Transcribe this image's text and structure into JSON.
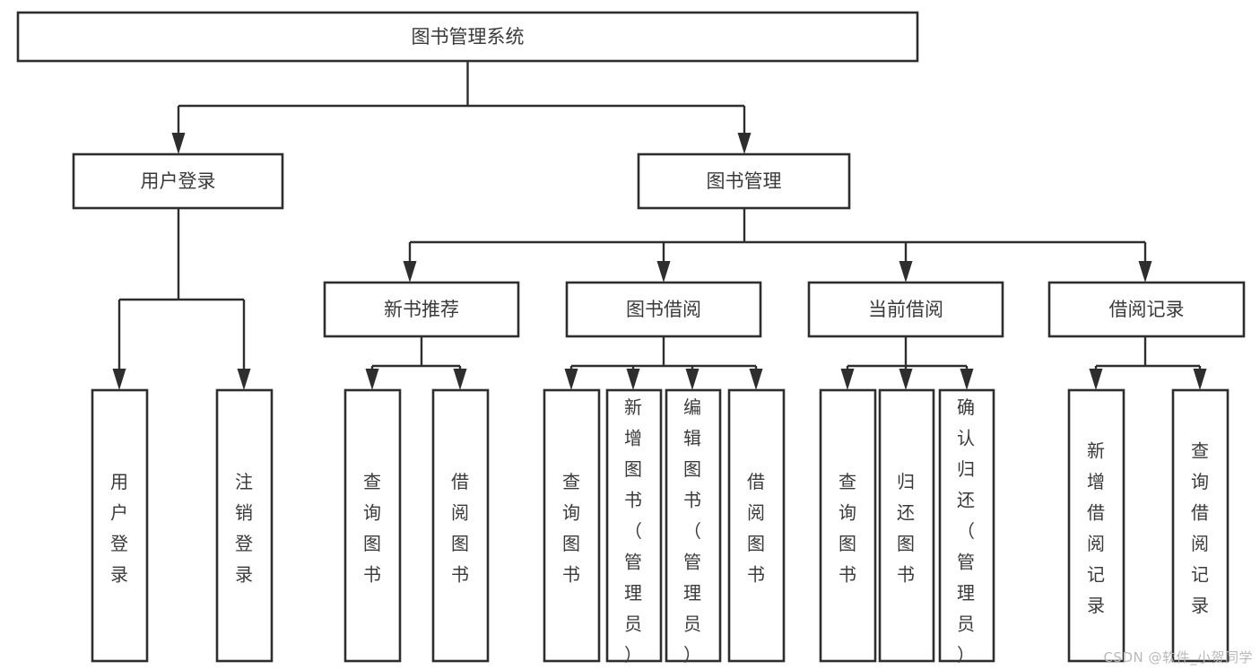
{
  "diagram": {
    "title": "图书管理系统",
    "watermark": "CSDN @软件_小贺同学",
    "colors": {
      "stroke": "#2e2e2e",
      "box_fill": "#ffffff",
      "text": "#3a3a3a",
      "background": "#ffffff",
      "watermark": "#b9b9b9"
    },
    "levels": {
      "root": {
        "label": "图书管理系统"
      },
      "level2": [
        {
          "label": "用户登录"
        },
        {
          "label": "图书管理"
        }
      ],
      "level3": [
        {
          "label": "新书推荐"
        },
        {
          "label": "图书借阅"
        },
        {
          "label": "当前借阅"
        },
        {
          "label": "借阅记录"
        }
      ],
      "leaves": {
        "user_login": [
          {
            "label": "用户登录"
          },
          {
            "label": "注销登录"
          }
        ],
        "new_book_recommend": [
          {
            "label": "查询图书"
          },
          {
            "label": "借阅图书"
          }
        ],
        "book_borrow": [
          {
            "label": "查询图书"
          },
          {
            "label": "新增图书（管理员）"
          },
          {
            "label": "编辑图书（管理员）"
          },
          {
            "label": "借阅图书"
          }
        ],
        "current_borrow": [
          {
            "label": "查询图书"
          },
          {
            "label": "归还图书"
          },
          {
            "label": "确认归还（管理员）"
          }
        ],
        "borrow_records": [
          {
            "label": "新增借阅记录"
          },
          {
            "label": "查询借阅记录"
          }
        ]
      }
    }
  }
}
